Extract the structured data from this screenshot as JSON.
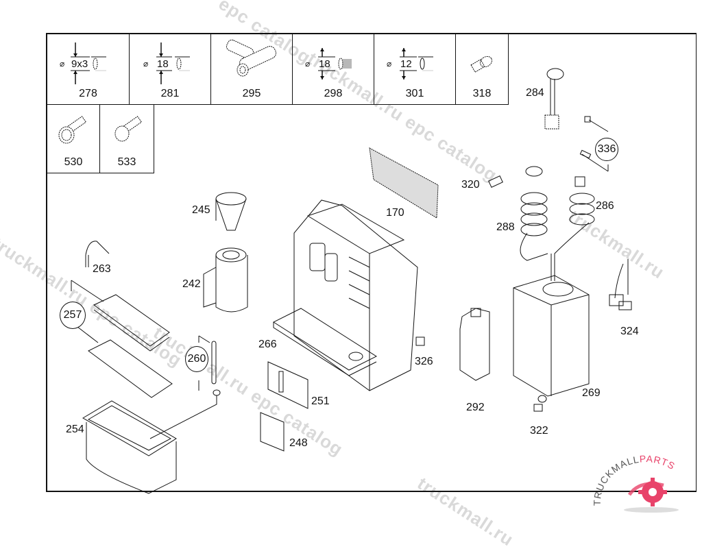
{
  "diagram": {
    "type": "exploded-parts-catalog",
    "header_cells_row1": [
      {
        "part": "278",
        "dimension": "9x3",
        "icon": "o-ring-icon"
      },
      {
        "part": "281",
        "dimension": "18",
        "icon": "o-ring-icon"
      },
      {
        "part": "295",
        "dimension": "",
        "icon": "tee-connector-icon"
      },
      {
        "part": "298",
        "dimension": "18",
        "icon": "hose-clamp-icon"
      },
      {
        "part": "301",
        "dimension": "12",
        "icon": "o-ring-icon"
      },
      {
        "part": "318",
        "dimension": "",
        "icon": "bulb-icon"
      }
    ],
    "header_cells_row2": [
      {
        "part": "530",
        "icon": "flange-bolt-icon"
      },
      {
        "part": "533",
        "icon": "hex-bolt-icon"
      }
    ],
    "diameter_symbol": "⌀",
    "callouts": {
      "p170": "170",
      "p242": "242",
      "p245": "245",
      "p248": "248",
      "p251": "251",
      "p254": "254",
      "p257": "257",
      "p260": "260",
      "p263": "263",
      "p266": "266",
      "p269": "269",
      "p284": "284",
      "p286": "286",
      "p288": "288",
      "p292": "292",
      "p320": "320",
      "p322": "322",
      "p324": "324",
      "p326": "326",
      "p336": "336"
    },
    "group_callouts": [
      "257",
      "260",
      "336"
    ]
  },
  "watermarks": [
    "epc catalog",
    "truckmall.ru epc catalog",
    "truckmall.ru epc catalog",
    "truckmall.ru",
    "epc catalog"
  ],
  "logo": {
    "text_left": "TRUCKMALL",
    "text_right": "PARTS",
    "color_dark": "#555555",
    "color_accent": "#e8436a"
  }
}
